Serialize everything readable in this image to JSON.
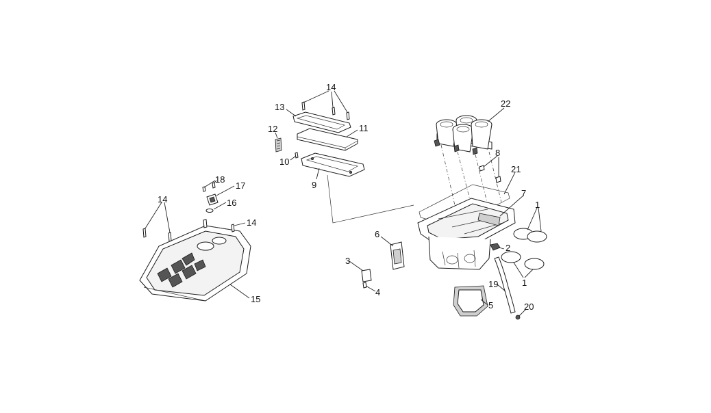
{
  "labels": {
    "p1": "1",
    "p1b": "1",
    "p2": "2",
    "p3": "3",
    "p4": "4",
    "p5": "5",
    "p6": "6",
    "p7": "7",
    "p8": "8",
    "p9": "9",
    "p10": "10",
    "p11": "11",
    "p12": "12",
    "p13": "13",
    "p14a": "14",
    "p14b": "14",
    "p14c": "14",
    "p15": "15",
    "p16": "16",
    "p17": "17",
    "p18": "18",
    "p19": "19",
    "p20": "20",
    "p21": "21",
    "p22": "22"
  }
}
